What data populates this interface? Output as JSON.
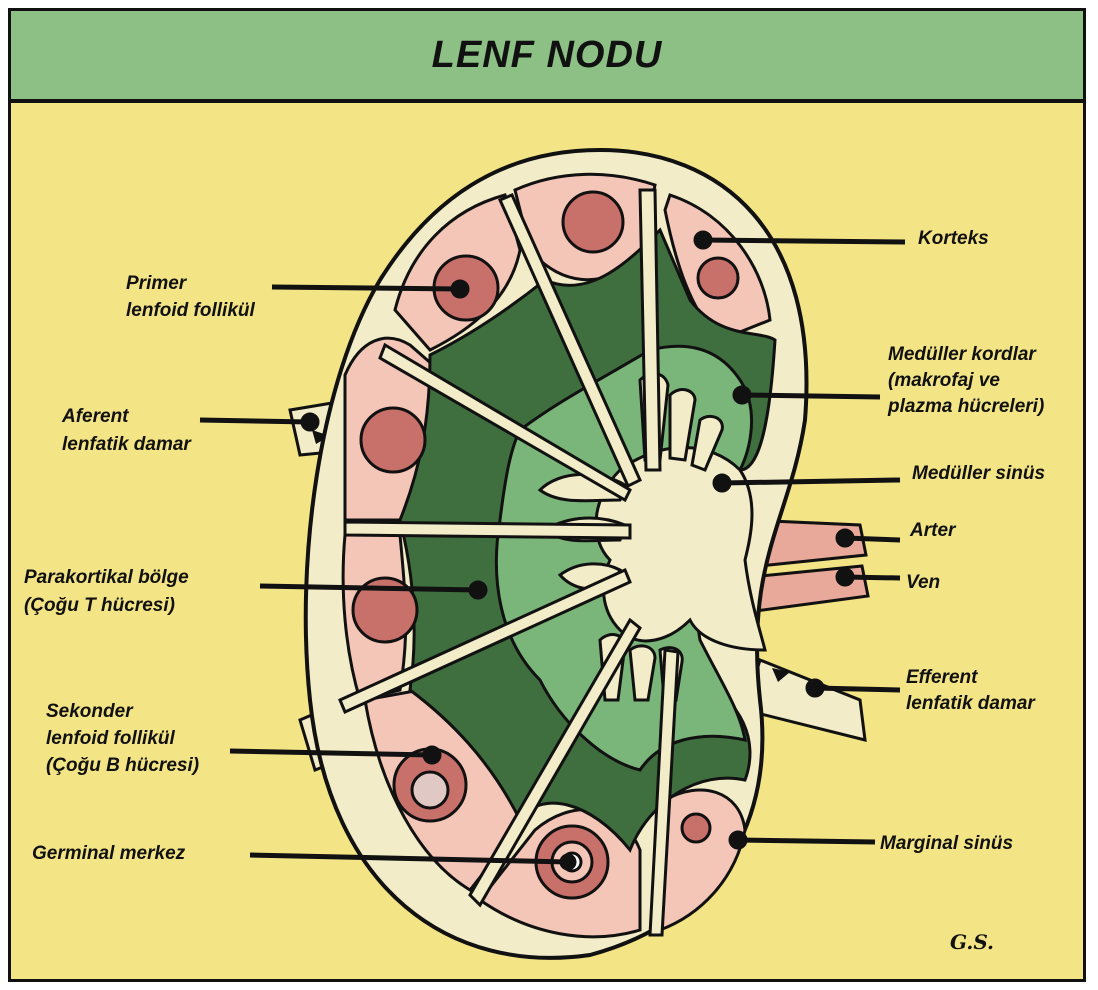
{
  "title": "LENF NODU",
  "signature": "G.S.",
  "labels": {
    "korteks": "Korteks",
    "primer_line1": "Primer",
    "primer_line2": "lenfoid follikül",
    "medcord_line1": "Medüller kordlar",
    "medcord_line2": "(makrofaj ve",
    "medcord_line3": "plazma hücreleri)",
    "aferent_line1": "Aferent",
    "aferent_line2": "lenfatik damar",
    "medsinus": "Medüller sinüs",
    "arter": "Arter",
    "ven": "Ven",
    "parakortikal_line1": "Parakortikal bölge",
    "parakortikal_line2": "(Çoğu T hücresi)",
    "efferent_line1": "Efferent",
    "efferent_line2": "lenfatik damar",
    "sekonder_line1": "Sekonder",
    "sekonder_line2": "lenfoid follikül",
    "sekonder_line3": "(Çoğu B hücresi)",
    "germinal": "Germinal merkez",
    "marginal": "Marginal sinüs"
  },
  "colors": {
    "background": "#f3e485",
    "title_bar": "#8cc084",
    "capsule": "#f2ecc8",
    "cortex": "#f4c6b8",
    "follicle": "#c8706a",
    "paracortex": "#3f6e3f",
    "medullary_cord": "#7ab57a",
    "vessel": "#e8a99a"
  }
}
